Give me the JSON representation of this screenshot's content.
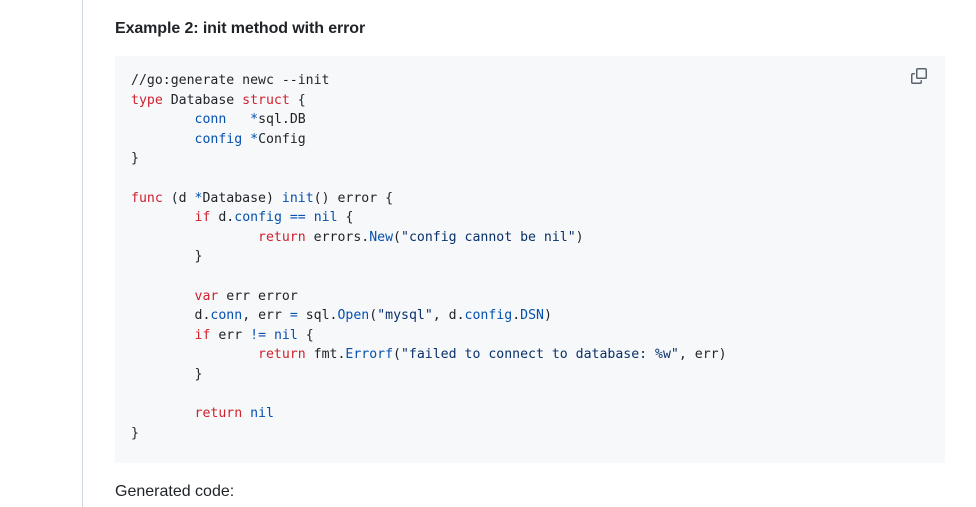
{
  "heading": "Example 2: init method with error",
  "code": {
    "copy_icon": "copy-icon",
    "lines": [
      [
        {
          "t": "//go:generate newc --init",
          "c": "comment"
        }
      ],
      [
        {
          "t": "type",
          "c": "kw"
        },
        {
          "t": " Database ",
          "c": "plain"
        },
        {
          "t": "struct",
          "c": "kw"
        },
        {
          "t": " {",
          "c": "plain"
        }
      ],
      [
        {
          "t": "\t",
          "c": "plain"
        },
        {
          "t": "conn",
          "c": "fn"
        },
        {
          "t": "   ",
          "c": "plain"
        },
        {
          "t": "*",
          "c": "op"
        },
        {
          "t": "sql.DB",
          "c": "plain"
        }
      ],
      [
        {
          "t": "\t",
          "c": "plain"
        },
        {
          "t": "config",
          "c": "fn"
        },
        {
          "t": " ",
          "c": "plain"
        },
        {
          "t": "*",
          "c": "op"
        },
        {
          "t": "Config",
          "c": "plain"
        }
      ],
      [
        {
          "t": "}",
          "c": "plain"
        }
      ],
      [],
      [
        {
          "t": "func",
          "c": "kw"
        },
        {
          "t": " (d ",
          "c": "plain"
        },
        {
          "t": "*",
          "c": "op"
        },
        {
          "t": "Database) ",
          "c": "plain"
        },
        {
          "t": "init",
          "c": "fn"
        },
        {
          "t": "() error {",
          "c": "plain"
        }
      ],
      [
        {
          "t": "\t",
          "c": "plain"
        },
        {
          "t": "if",
          "c": "kw"
        },
        {
          "t": " d.",
          "c": "plain"
        },
        {
          "t": "config",
          "c": "fn"
        },
        {
          "t": " ",
          "c": "plain"
        },
        {
          "t": "==",
          "c": "op"
        },
        {
          "t": " ",
          "c": "plain"
        },
        {
          "t": "nil",
          "c": "fn"
        },
        {
          "t": " {",
          "c": "plain"
        }
      ],
      [
        {
          "t": "\t\t",
          "c": "plain"
        },
        {
          "t": "return",
          "c": "kw"
        },
        {
          "t": " errors.",
          "c": "plain"
        },
        {
          "t": "New",
          "c": "call"
        },
        {
          "t": "(",
          "c": "plain"
        },
        {
          "t": "\"config cannot be nil\"",
          "c": "str"
        },
        {
          "t": ")",
          "c": "plain"
        }
      ],
      [
        {
          "t": "\t}",
          "c": "plain"
        }
      ],
      [],
      [
        {
          "t": "\t",
          "c": "plain"
        },
        {
          "t": "var",
          "c": "kw"
        },
        {
          "t": " err error",
          "c": "plain"
        }
      ],
      [
        {
          "t": "\td.",
          "c": "plain"
        },
        {
          "t": "conn",
          "c": "fn"
        },
        {
          "t": ", err ",
          "c": "plain"
        },
        {
          "t": "=",
          "c": "op"
        },
        {
          "t": " sql.",
          "c": "plain"
        },
        {
          "t": "Open",
          "c": "call"
        },
        {
          "t": "(",
          "c": "plain"
        },
        {
          "t": "\"mysql\"",
          "c": "str"
        },
        {
          "t": ", d.",
          "c": "plain"
        },
        {
          "t": "config",
          "c": "fn"
        },
        {
          "t": ".",
          "c": "plain"
        },
        {
          "t": "DSN",
          "c": "fn"
        },
        {
          "t": ")",
          "c": "plain"
        }
      ],
      [
        {
          "t": "\t",
          "c": "plain"
        },
        {
          "t": "if",
          "c": "kw"
        },
        {
          "t": " err ",
          "c": "plain"
        },
        {
          "t": "!=",
          "c": "op"
        },
        {
          "t": " ",
          "c": "plain"
        },
        {
          "t": "nil",
          "c": "fn"
        },
        {
          "t": " {",
          "c": "plain"
        }
      ],
      [
        {
          "t": "\t\t",
          "c": "plain"
        },
        {
          "t": "return",
          "c": "kw"
        },
        {
          "t": " fmt.",
          "c": "plain"
        },
        {
          "t": "Errorf",
          "c": "call"
        },
        {
          "t": "(",
          "c": "plain"
        },
        {
          "t": "\"failed to connect to database: %w\"",
          "c": "str"
        },
        {
          "t": ", err)",
          "c": "plain"
        }
      ],
      [
        {
          "t": "\t}",
          "c": "plain"
        }
      ],
      [],
      [
        {
          "t": "\t",
          "c": "plain"
        },
        {
          "t": "return",
          "c": "kw"
        },
        {
          "t": " ",
          "c": "plain"
        },
        {
          "t": "nil",
          "c": "fn"
        }
      ],
      [
        {
          "t": "}",
          "c": "plain"
        }
      ]
    ]
  },
  "footer_text": "Generated code:",
  "colors": {
    "keyword": "#cf222e",
    "identifier": "#0550ae",
    "string": "#0a3069",
    "text": "#1f2328",
    "code_background": "#f6f8fa"
  }
}
